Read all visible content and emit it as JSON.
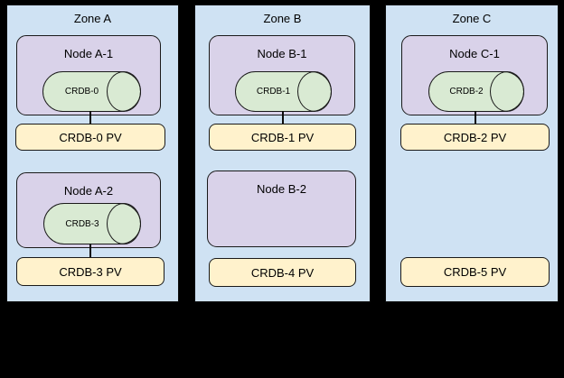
{
  "canvas": {
    "background": "#000000"
  },
  "palette": {
    "zone_fill": "#cfe2f3",
    "node_fill": "#d9d2e9",
    "pod_fill": "#d9ead3",
    "pv_fill": "#fff2cc",
    "border": "#000000"
  },
  "zones": [
    {
      "title": "Zone A",
      "nodes": [
        {
          "title": "Node A-1",
          "pod": "CRDB-0"
        },
        {
          "title": "Node A-2",
          "pod": "CRDB-3"
        }
      ],
      "pvs": [
        "CRDB-0 PV",
        "CRDB-3 PV"
      ]
    },
    {
      "title": "Zone B",
      "nodes": [
        {
          "title": "Node B-1",
          "pod": "CRDB-1"
        },
        {
          "title": "Node B-2",
          "pod": null
        }
      ],
      "pvs": [
        "CRDB-1 PV",
        "CRDB-4 PV"
      ]
    },
    {
      "title": "Zone C",
      "nodes": [
        {
          "title": "Node C-1",
          "pod": "CRDB-2"
        }
      ],
      "pvs": [
        "CRDB-2 PV",
        "CRDB-5 PV"
      ]
    }
  ]
}
